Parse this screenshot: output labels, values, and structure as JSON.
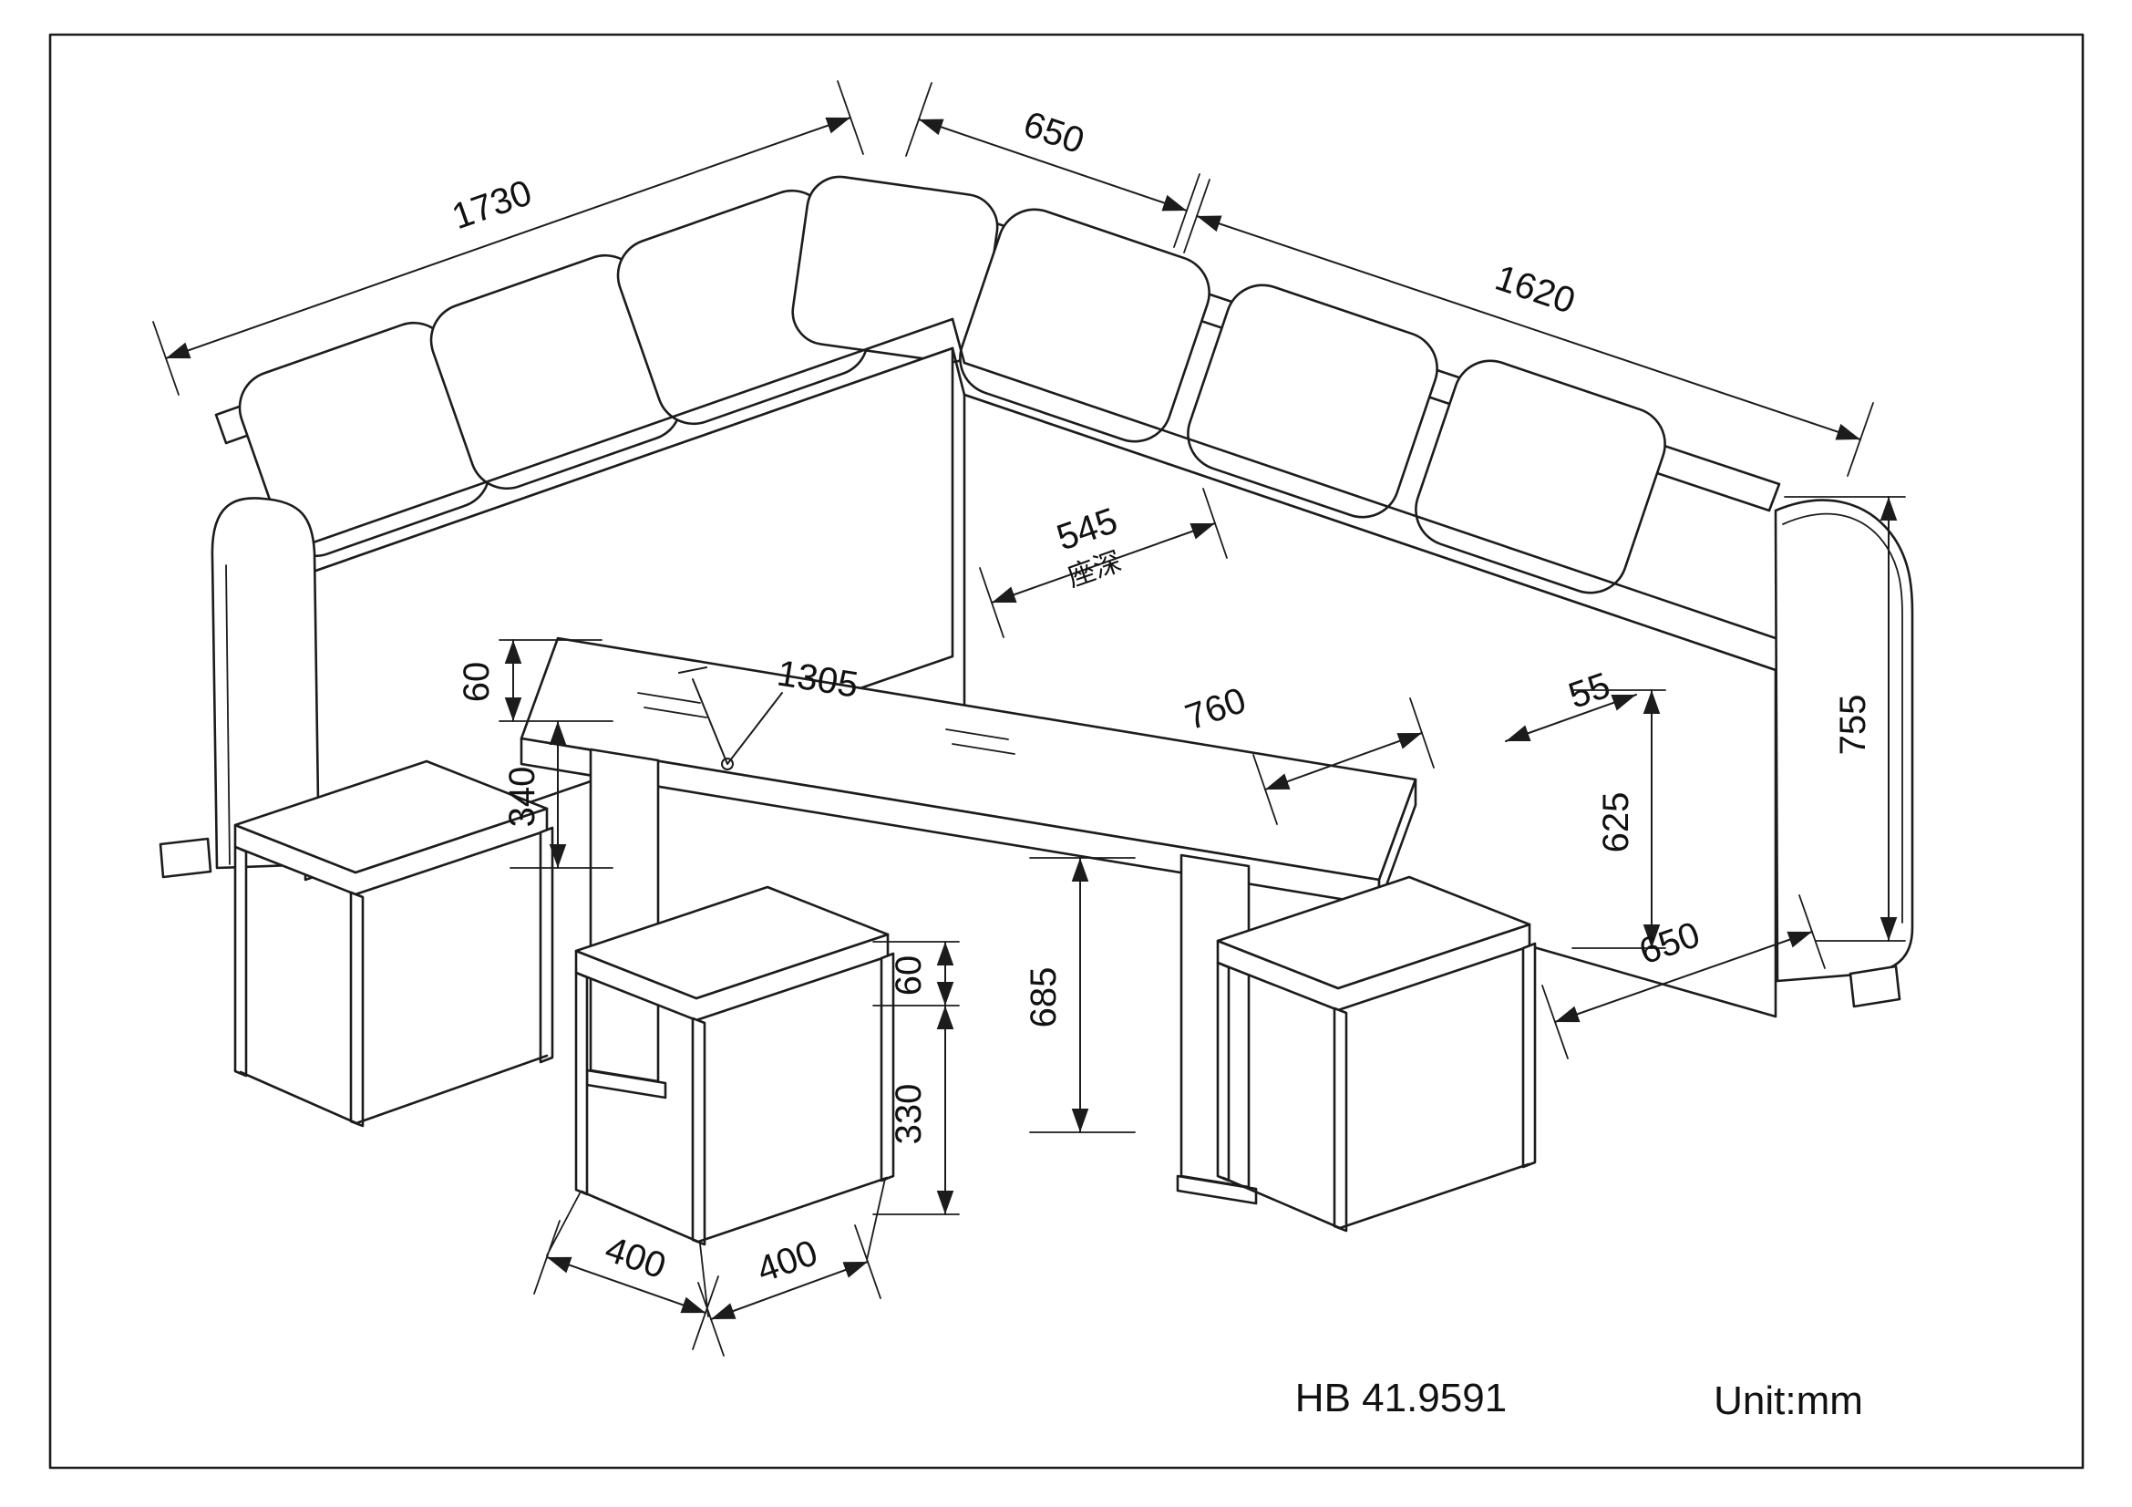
{
  "page": {
    "background": "#ffffff",
    "line_color": "#1c1c1c"
  },
  "titleblock": {
    "model": "HB 41.9591",
    "unit": "Unit:mm"
  },
  "dims": {
    "sofa_left_length": "1730",
    "sofa_corner_segment": "650",
    "sofa_right_length": "1620",
    "seat_depth": "545",
    "seat_depth_label_cn": "座深",
    "table_length": "1305",
    "table_width": "760",
    "seat_back_gap": "55",
    "seat_cushion_thickness": "60",
    "seat_frame_height": "340",
    "stool_cushion_thickness": "60",
    "stool_frame_height": "330",
    "table_height": "685",
    "backrest_height": "625",
    "overall_height": "755",
    "sofa_depth": "650",
    "stool_width": "400",
    "stool_depth": "400"
  }
}
